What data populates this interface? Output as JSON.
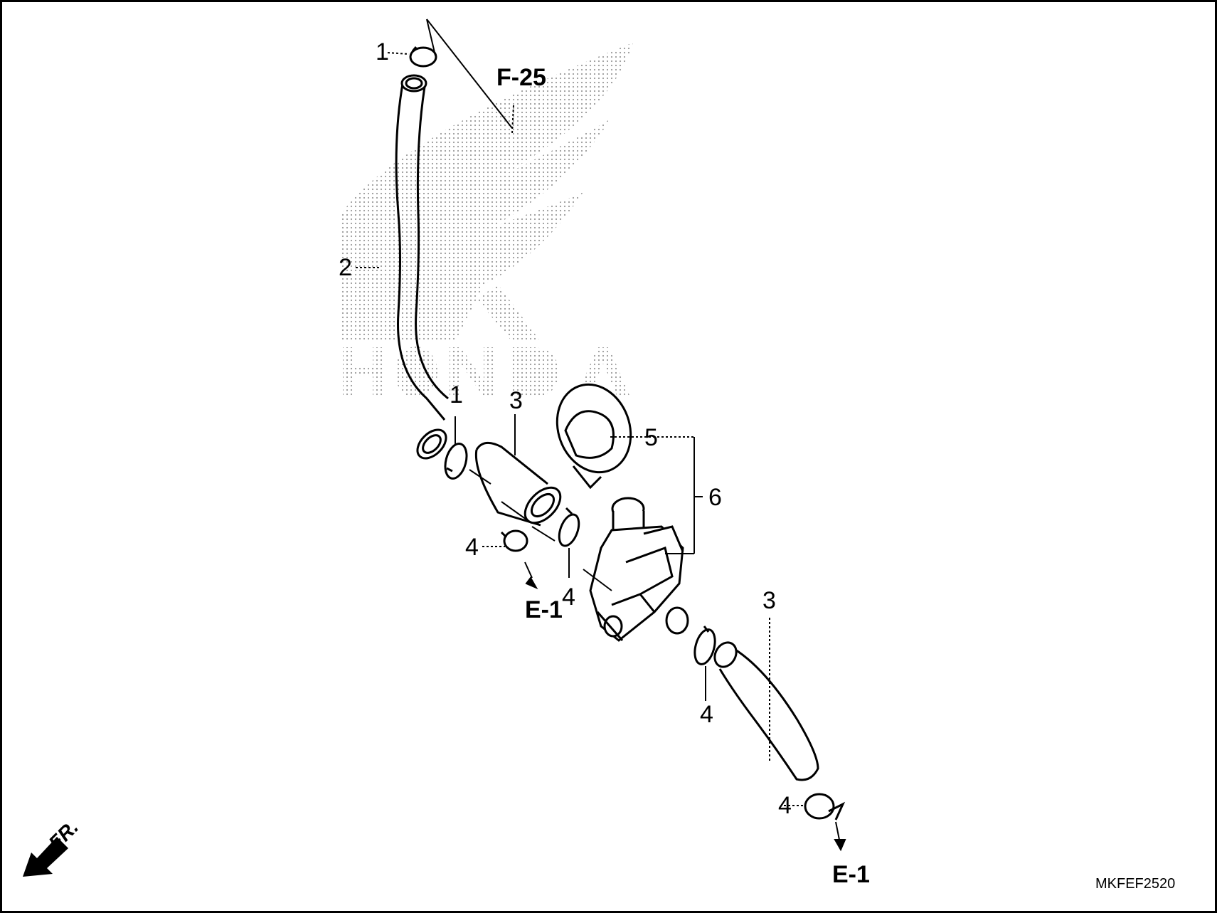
{
  "diagram": {
    "callouts": [
      {
        "id": "c1a",
        "text": "1"
      },
      {
        "id": "c2",
        "text": "2"
      },
      {
        "id": "c1b",
        "text": "1"
      },
      {
        "id": "c3a",
        "text": "3"
      },
      {
        "id": "c5",
        "text": "5"
      },
      {
        "id": "c6",
        "text": "6"
      },
      {
        "id": "c4a",
        "text": "4"
      },
      {
        "id": "c4b",
        "text": "4"
      },
      {
        "id": "c3b",
        "text": "3"
      },
      {
        "id": "c4c",
        "text": "4"
      },
      {
        "id": "c4d",
        "text": "4"
      }
    ],
    "references": [
      {
        "id": "ref-f25",
        "text": "F-25"
      },
      {
        "id": "ref-e1a",
        "text": "E-1"
      },
      {
        "id": "ref-e1b",
        "text": "E-1"
      }
    ],
    "watermark": "HONDA",
    "direction_label": "FR.",
    "diagram_code": "MKFEF2520"
  }
}
